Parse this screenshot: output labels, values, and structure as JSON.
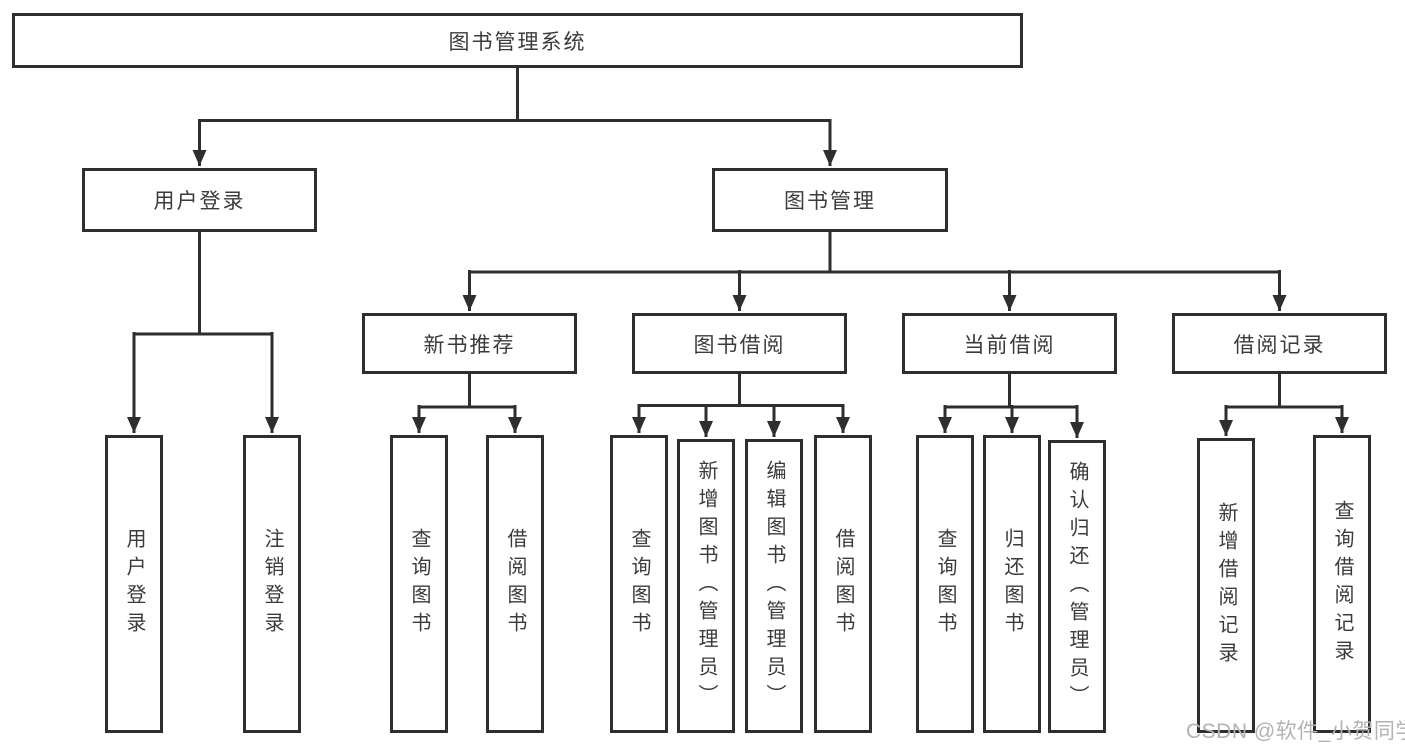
{
  "diagram": {
    "type": "hierarchy-tree",
    "root": {
      "label": "图书管理系统",
      "children": [
        {
          "label": "用户登录",
          "children": [
            {
              "label": "用户登录"
            },
            {
              "label": "注销登录"
            }
          ]
        },
        {
          "label": "图书管理",
          "children": [
            {
              "label": "新书推荐",
              "children": [
                {
                  "label": "查询图书"
                },
                {
                  "label": "借阅图书"
                }
              ]
            },
            {
              "label": "图书借阅",
              "children": [
                {
                  "label": "查询图书"
                },
                {
                  "label": "新增图书（管理员）"
                },
                {
                  "label": "编辑图书（管理员）"
                },
                {
                  "label": "借阅图书"
                }
              ]
            },
            {
              "label": "当前借阅",
              "children": [
                {
                  "label": "查询图书"
                },
                {
                  "label": "归还图书"
                },
                {
                  "label": "确认归还（管理员）"
                }
              ]
            },
            {
              "label": "借阅记录",
              "children": [
                {
                  "label": "新增借阅记录"
                },
                {
                  "label": "查询借阅记录"
                }
              ]
            }
          ]
        }
      ]
    },
    "colors": {
      "line": "#2e2e2e",
      "box_border": "#2e2e2e",
      "box_fill": "#ffffff",
      "text": "#3b3b3b",
      "background": "#ffffff",
      "watermark": "#b3b3b3"
    }
  },
  "watermark": {
    "text": "CSDN @软件_小贺同学"
  }
}
